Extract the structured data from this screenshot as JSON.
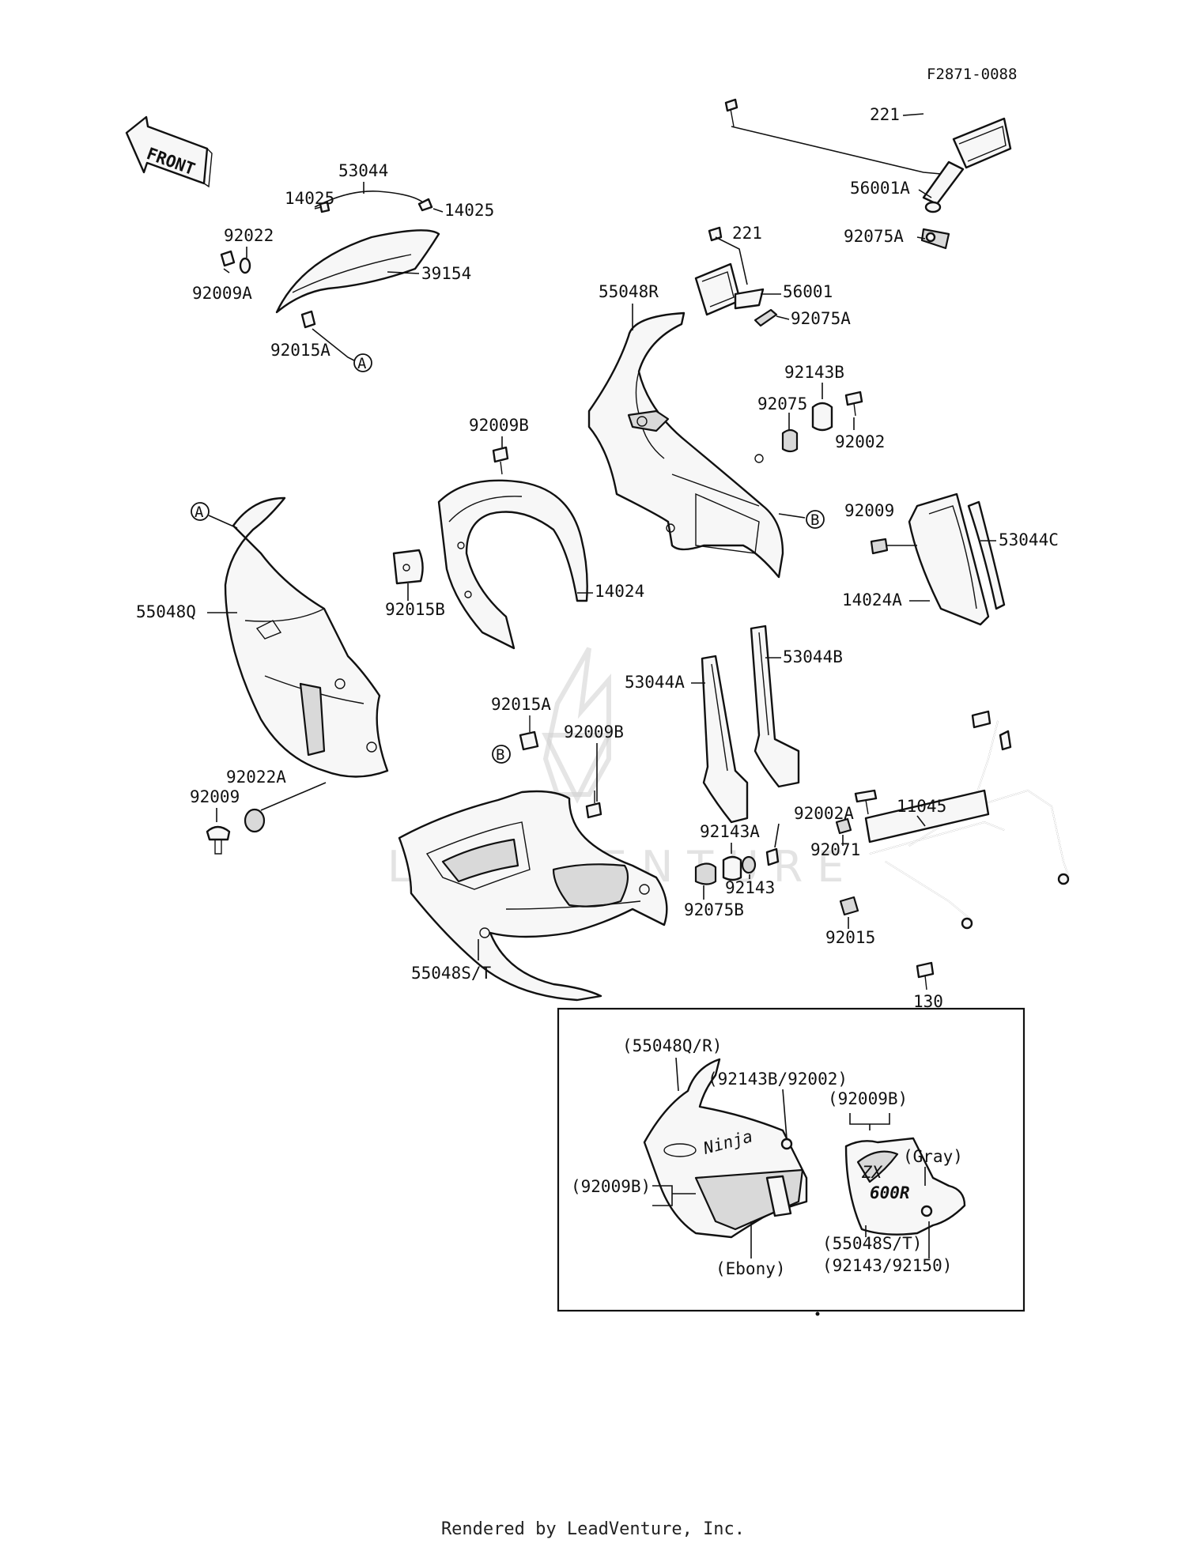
{
  "figure_code": "F2871-0088",
  "front_arrow_label": "FRONT",
  "labels": {
    "p221a": "221",
    "p56001A": "56001A",
    "p92075A_a": "92075A",
    "p53044": "53044",
    "p14025a": "14025",
    "p14025b": "14025",
    "p92022": "92022",
    "p92009A": "92009A",
    "p39154": "39154",
    "p92015A_a": "92015A",
    "p221b": "221",
    "p56001": "56001",
    "p92075A_b": "92075A",
    "p55048R": "55048R",
    "p92143B": "92143B",
    "p92075": "92075",
    "p92002": "92002",
    "p92009B_a": "92009B",
    "p92015B": "92015B",
    "p14024": "14024",
    "p55048Q": "55048Q",
    "p92009_a": "92009",
    "p53044C": "53044C",
    "p14024A": "14024A",
    "p53044A": "53044A",
    "p53044B": "53044B",
    "p92015A_b": "92015A",
    "p92009B_b": "92009B",
    "p92022A": "92022A",
    "p92009_b": "92009",
    "p92002A": "92002A",
    "p92143A": "92143A",
    "p92143": "92143",
    "p92075B": "92075B",
    "p11045": "11045",
    "p92071": "92071",
    "p92015": "92015",
    "p130": "130",
    "p55048ST": "55048S/T"
  },
  "refs": {
    "A1": "A",
    "A2": "A",
    "B1": "B",
    "B2": "B"
  },
  "inset": {
    "l1": "(55048Q/R)",
    "l2": "(92143B/92002)",
    "l3": "(92009B)",
    "l4": "(Gray)",
    "l5": "(92009B)",
    "l6": "(55048S/T)",
    "l7": "(92143/92150)",
    "l8": "(Ebony)",
    "decal_ninja": "Ninja",
    "decal_600r": "600R",
    "decal_zx": "ZX"
  },
  "watermark_text": "LEADVENTURE",
  "footer": "Rendered by LeadVenture, Inc."
}
